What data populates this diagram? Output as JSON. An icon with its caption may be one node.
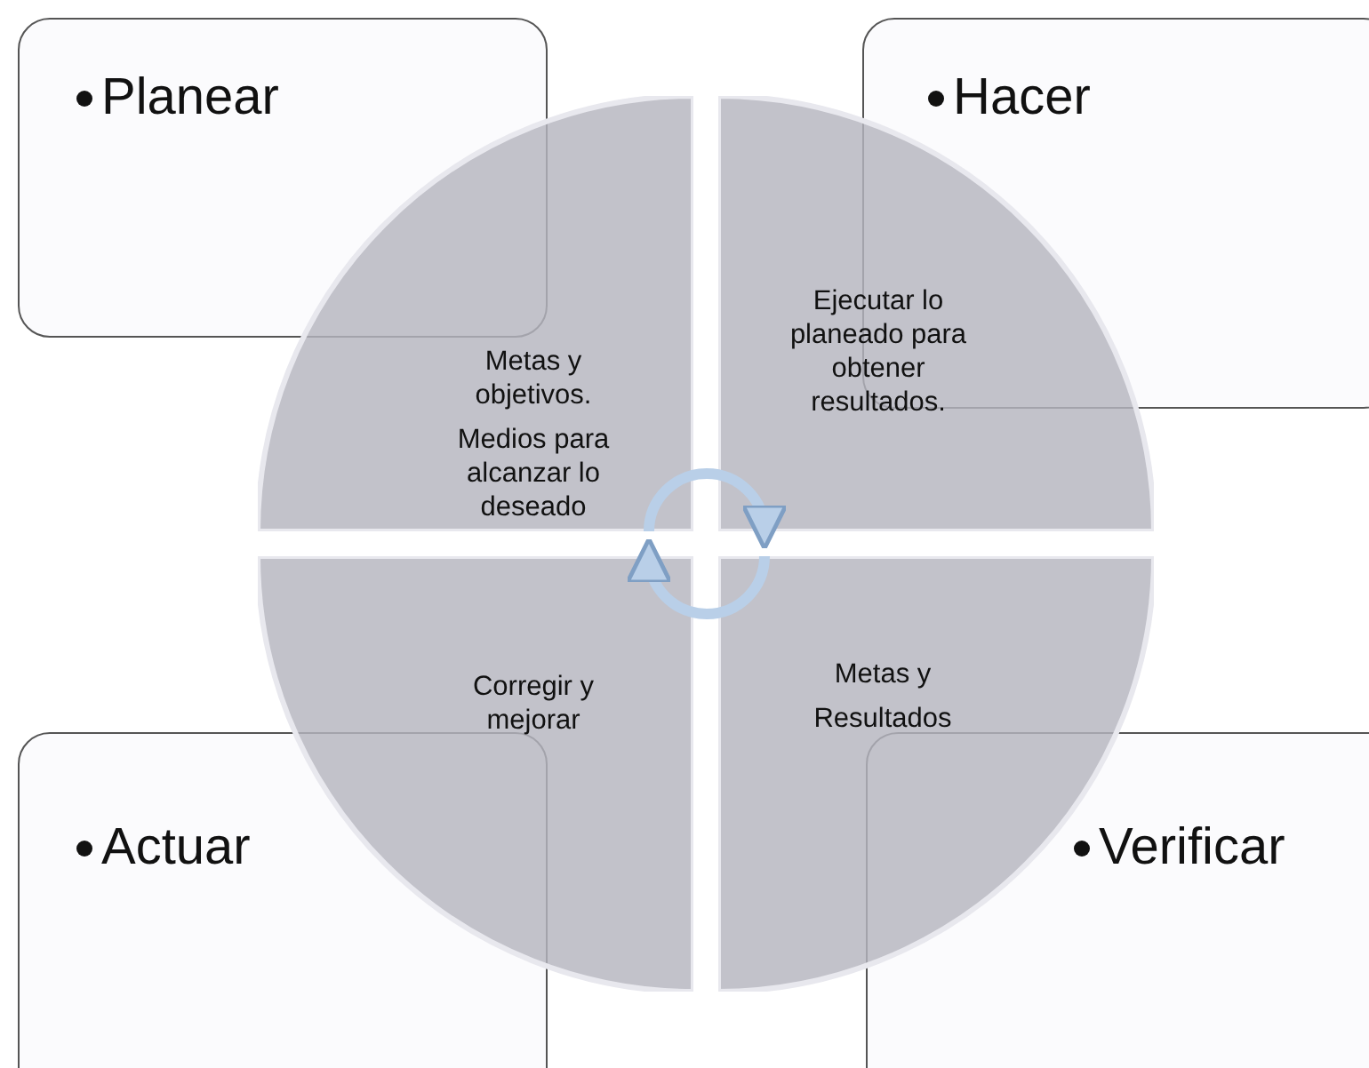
{
  "diagram": {
    "nodes": [
      {
        "text": [
          "Planear"
        ]
      },
      {
        "text": [
          "Hacer"
        ]
      },
      {
        "text": [
          "Metas y objetivos.",
          "Medios para alcanzar lo deseado"
        ]
      },
      {
        "text": [
          "Ejecutar lo planeado para obtener resultados."
        ]
      },
      {
        "text": [
          "Corregir y mejorar"
        ]
      },
      {
        "text": [
          "Metas y",
          "Resultados"
        ]
      },
      {
        "text": [
          "Actuar"
        ]
      },
      {
        "text": [
          "Verificar"
        ]
      }
    ],
    "edges": [
      {
        "from": 2,
        "to": 3,
        "arrow": "to"
      },
      {
        "from": 5,
        "to": 4,
        "arrow": "to"
      }
    ]
  }
}
